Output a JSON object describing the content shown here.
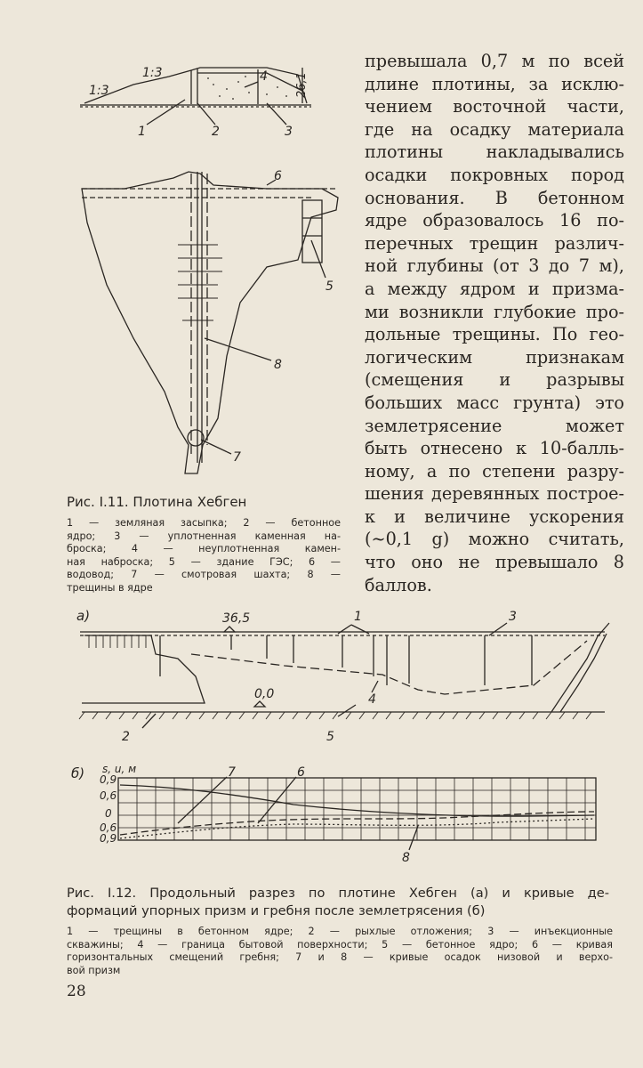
{
  "body_text": [
    "превышала 0,7 м по всей",
    "длине плотины, за исклю-",
    "чением восточной части,",
    "где на осадку материала",
    "плотины накладывались",
    "осадки покровных пород",
    "основания. В бетонном",
    "ядре образовалось 16 по-",
    "перечных трещин различ-",
    "ной глубины (от 3 до 7 м),",
    "а между ядром и призма-",
    "ми возникли глубокие про-",
    "дольные трещины. По гео-",
    "логическим признакам",
    "(смещения и разрывы",
    "больших масс грунта) это",
    "землетрясение может",
    "быть отнесено к 10-балль-",
    "ному, а по степени разру-",
    "шения деревянных построе-",
    "к и величине ускорения",
    "(~0,1 g) можно считать,",
    "что оно не превышало 8",
    "баллов."
  ],
  "figure_1_11": {
    "slope_left": "1:3",
    "slope_right": "1:3",
    "height_label": "26,1",
    "labels": [
      "1",
      "2",
      "3",
      "4",
      "5",
      "6",
      "7",
      "8"
    ],
    "caption_title": "Рис. I.11. Плотина Хебген",
    "caption_legend": [
      "1 — земляная засыпка; 2 — бетонное",
      "ядро; 3 — уплотненная каменная на-",
      "броска; 4 — неуплотненная камен-",
      "ная наброска; 5 — здание ГЭС; 6 —",
      "водовод; 7 — смотровая шахта; 8 —",
      "трещины в ядре"
    ]
  },
  "figure_1_12": {
    "panel_a_label": "а)",
    "panel_b_label": "б)",
    "elevation_top": "36,5",
    "elevation_base": "0,0",
    "labels_a": [
      "1",
      "2",
      "3",
      "4",
      "5"
    ],
    "labels_b": [
      "6",
      "7",
      "8"
    ],
    "axis_label": "s, u, м",
    "y_ticks": [
      "0,9",
      "0,6",
      "0",
      "0,6",
      "0,9"
    ],
    "caption_title": [
      "Рис. I.12. Продольный разрез по плотине Хебген (а) и кривые де-",
      "формаций упорных призм и гребня после землетрясения (б)"
    ],
    "caption_legend": [
      "1 — трещины в бетонном ядре; 2 — рыхлые отложения; 3 — инъекционные",
      "скважины; 4 — граница бытовой поверхности; 5 — бетонное ядро; 6 — кривая",
      "горизонтальных смещений гребня; 7 и 8 — кривые осадок низовой и верхо-",
      "вой призм"
    ]
  },
  "page_number": "28"
}
